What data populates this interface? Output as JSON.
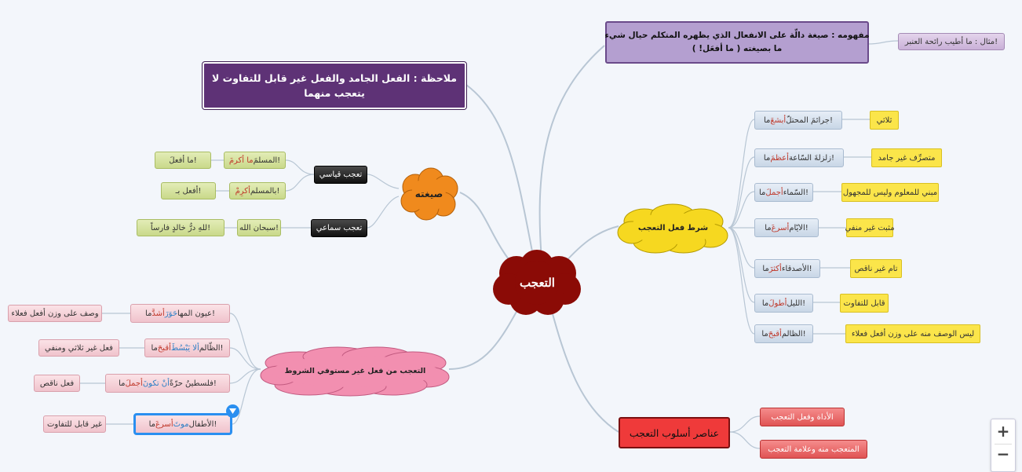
{
  "colors": {
    "center": "#8b0b06",
    "purple_note": "#5e3276",
    "concept": "#b49fd0",
    "condition": "#f6d820",
    "form": "#f08a1d",
    "irregular": "#f28fb0",
    "elements": "#ef3a3a",
    "link": "#b8c6d4",
    "selected": "#2a8ff0"
  },
  "center": {
    "label": "التعجب"
  },
  "note": {
    "label_line1": "ملاحظة : الفعل الجامد والفعل غير قابل للتفاوت لا",
    "label_line2": "يتعجب منهما"
  },
  "concept": {
    "label_line1": "مفهومه : صيغة دالّة على الانفعال الذي يظهره المتكلم حيال شيء",
    "label_line2": "ما بصيغته ( ما أفعَل! )",
    "example": "مثال : ما أطيب رائحة العنبر!"
  },
  "form": {
    "label": "صيغته",
    "qiyasi": {
      "label": "تعجب قياسي",
      "ex1_red": "ما أكرمَ",
      "ex1_rest": " المسلمَ!",
      "ex1_formula": "ما أفعلَ!",
      "ex2_red": "أكرِمْ",
      "ex2_rest": " بالمسلم!",
      "ex2_formula": "أفعل بـ!"
    },
    "samai": {
      "label": "تعجب سماعي",
      "ex1": "سبحان الله!",
      "ex2": "للهِ درُّ خالدٍ فارساً!"
    }
  },
  "conditions": {
    "label": "شرط فعل التعجب",
    "items": [
      {
        "cond": "ثلاثي",
        "pre": "ما ",
        "hl": "أبشعَ",
        "post": " جرائمَ المحتلّ!"
      },
      {
        "cond": "متصرِّف غير جامد",
        "pre": "ما ",
        "hl": "أعظمَ",
        "post": " زلزلةَ السّاعة!"
      },
      {
        "cond": "مبني للمعلوم وليس للمجهول",
        "pre": "ما ",
        "hl": "أجملَ",
        "post": " السّماء!"
      },
      {
        "cond": "مثبت غير منفي",
        "pre": "ما ",
        "hl": "أسرعَ",
        "post": " الايّام!"
      },
      {
        "cond": "تام غير ناقص",
        "pre": "ما ",
        "hl": "أكثرَ",
        "post": " الأصدقاء!"
      },
      {
        "cond": "قابل للتفاوت",
        "pre": "ما ",
        "hl": "أطولَ",
        "post": " الليل!"
      },
      {
        "cond": "ليس الوصف منه على وزن أفعل فعلاء",
        "pre": "ما ",
        "hl": "أقبحَ",
        "post": " الظالم!"
      }
    ]
  },
  "irregular": {
    "label": "التعجب من فعل غير مستوفي الشروط",
    "items": [
      {
        "pre": "ما ",
        "red": "أشدَّ",
        "mid": " ",
        "blue": "حَوَرَ",
        "post": " عيون المها!",
        "reason": "وصف على وزن أفعل فعلاء"
      },
      {
        "pre": "ما ",
        "red": "أقبحَ",
        "mid": " ",
        "blue": "ألا يَبْسُطَ",
        "post": " الظّالم!",
        "reason": "فعل غير ثلاثي ومنفي"
      },
      {
        "pre": "ما ",
        "red": "أجملَ",
        "mid": " ",
        "blue": "أنْ تكونَ",
        "post": " فلسطينُ حرّةً!",
        "reason": "فعل ناقص"
      },
      {
        "pre": "ما ",
        "red": "أسرعَ",
        "mid": " ",
        "blue": "موتَ",
        "post": " الأطفال!",
        "reason": "غير قابل للتفاوت"
      }
    ]
  },
  "elements": {
    "label": "عناصر أسلوب التعجب",
    "item1": "الأداة وفعل التعجب",
    "item2": "المتعجب منه وعلامة التعجب"
  },
  "zoom": {
    "in": "+",
    "out": "−"
  }
}
